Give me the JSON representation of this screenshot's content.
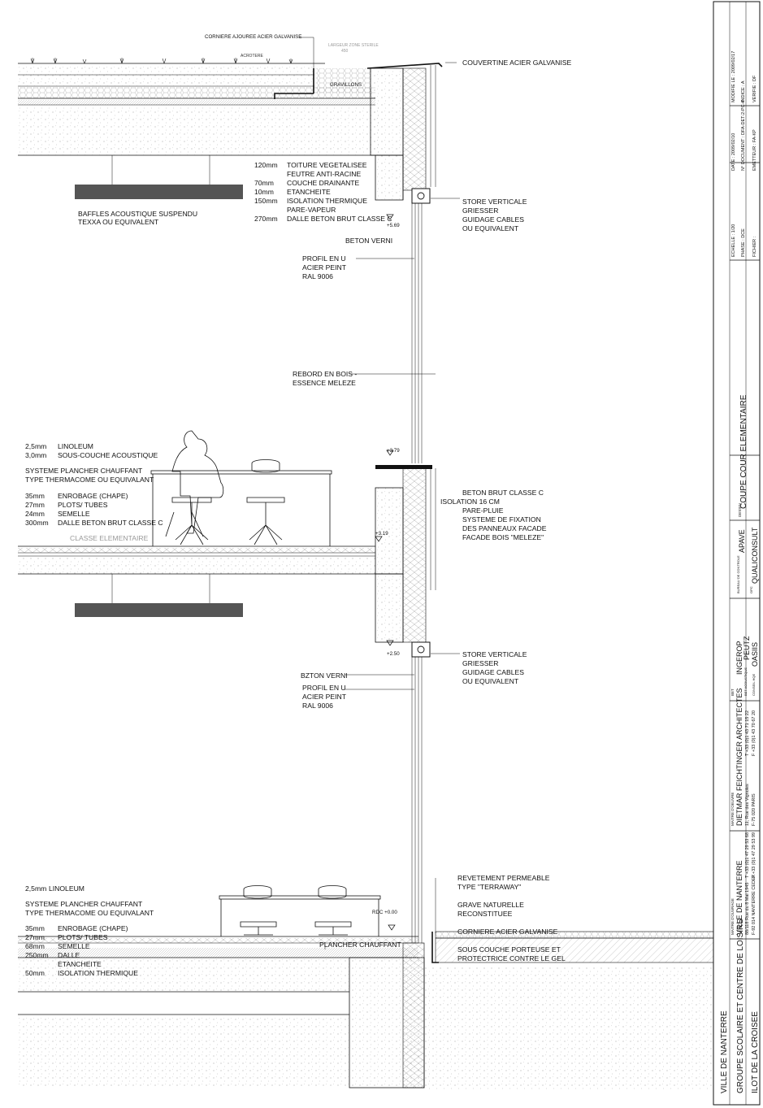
{
  "drawing": {
    "top": {
      "corniere_ajouree": "CORNIERE AJOUREE ACIER GALVANISE",
      "acrotere": "ACROTERE",
      "largeur_zone": "LARGEUR ZONE STERILE",
      "largeur_value": "450",
      "gravillons": "GRAVILLONS",
      "couvertine": "COUVERTINE ACIER GALVANISE"
    },
    "roof_layers": [
      {
        "t": "120mm",
        "d": "TOITURE VEGETALISEE"
      },
      {
        "t": "",
        "d": "FEUTRE ANTI-RACINE"
      },
      {
        "t": "70mm",
        "d": "COUCHE DRAINANTE"
      },
      {
        "t": "10mm",
        "d": "ETANCHEITE"
      },
      {
        "t": "150mm",
        "d": "ISOLATION THERMIQUE"
      },
      {
        "t": "",
        "d": "PARE-VAPEUR"
      },
      {
        "t": "270mm",
        "d": "DALLE BETON BRUT CLASSE C"
      }
    ],
    "baffles": [
      "BAFFLES ACOUSTIQUE SUSPENDU",
      "TEXXA OU EQUIVALENT"
    ],
    "store_upper": [
      "STORE VERTICALE",
      "GRIESSER",
      "GUIDAGE CABLES",
      "OU EQUIVALENT"
    ],
    "level_569": "+5.69",
    "beton_verni": "BETON VERNI",
    "profil_upper": [
      "PROFIL EN U",
      "ACIER PEINT",
      "RAL 9006"
    ],
    "rebord": [
      "REBORD EN BOIS -",
      "ESSENCE MELEZE"
    ],
    "floor1_layers_top": [
      {
        "t": "2,5mm",
        "d": "LINOLEUM"
      },
      {
        "t": "3,0mm",
        "d": "SOUS-COUCHE ACOUSTIQUE"
      }
    ],
    "floor1_system": [
      "SYSTEME PLANCHER CHAUFFANT",
      "TYPE THERMACOME OU EQUIVALANT"
    ],
    "floor1_layers_bottom": [
      {
        "t": "35mm",
        "d": "ENROBAGE (CHAPE)"
      },
      {
        "t": "27mm",
        "d": "PLOTS/ TUBES"
      },
      {
        "t": "24mm",
        "d": "SEMELLE"
      },
      {
        "t": "300mm",
        "d": "DALLE BETON BRUT CLASSE C"
      }
    ],
    "classe": "CLASSE ELEMENTAIRE",
    "level_379": "+3.79",
    "level_319": "+3.19",
    "facade": [
      "BETON BRUT CLASSE C",
      "ISOLATION  16 CM",
      "PARE-PLUIE",
      "SYSTEME DE FIXATION",
      "DES PANNEAUX FACADE",
      "FACADE BOIS \"MELEZE\""
    ],
    "store_lower": [
      "STORE VERTICALE",
      "GRIESSER",
      "GUIDAGE CABLES",
      "OU EQUIVALENT"
    ],
    "bzton_verni": "BZTON VERNI",
    "level_250": "+2.50",
    "profil_lower": [
      "PROFIL EN U",
      "ACIER PEINT",
      "RAL 9006"
    ],
    "ground_layers_top": [
      {
        "t": "2,5mm",
        "d": "LINOLEUM"
      }
    ],
    "ground_system": [
      "SYSTEME PLANCHER CHAUFFANT",
      "TYPE THERMACOME OU EQUIVALANT"
    ],
    "ground_layers_bottom": [
      {
        "t": "35mm",
        "d": "ENROBAGE (CHAPE)"
      },
      {
        "t": "27mm",
        "d": "PLOTS/ TUBES"
      },
      {
        "t": "68mm",
        "d": "SEMELLE"
      },
      {
        "t": "250mm",
        "d": "DALLE"
      },
      {
        "t": "",
        "d": "ETANCHEITE"
      },
      {
        "t": "50mm",
        "d": "ISOLATION THERMIQUE"
      }
    ],
    "rdc": "RDC +0.00",
    "plancher": "PLANCHER CHAUFFANT",
    "exterior": [
      [
        "REVETEMENT PERMEABLE",
        "TYPE \"TERRAWAY\""
      ],
      [
        "GRAVE NATURELLE",
        "RECONSTITUEE"
      ],
      [
        "CORNIERE ACIER GALVANISE"
      ],
      [
        "SOUS COUCHE PORTEUSE ET",
        "PROTECTRICE CONTRE LE GEL"
      ]
    ]
  },
  "title_block": {
    "client": "VILLE DE NANTERRE",
    "project": "GROUPE SCOLAIRE ET CENTRE DE LOISIRS",
    "site": "ILOT DE LA CROISEE",
    "maitre_ouvrage_lbl": "MAITRE D'OUVRAGE",
    "maitre_ouvrage": "VILLE DE NANTERRE",
    "mo_addr1": "88/118 Rue du 8 Mai 1945",
    "mo_addr2": "F-92 014 NANTERRE CEDEX",
    "mo_tel": "T +33 (0)1 47 29 53 68",
    "mo_fax": "F +33 (0)1 47 29 53 99",
    "maitre_oeuvre_lbl": "MAITRE D'OEUVRE",
    "architect": "DIETMAR FEICHTINGER ARCHITECTES",
    "arch_addr1": "11, Rue des Vignoles",
    "arch_addr2": "F-75 020 PARIS",
    "arch_tel": "T +33 (0)1 43 71 15 22",
    "arch_fax": "F +33 (0)1 43 70 67 20",
    "bet_lbl": "BET",
    "bet": "INGEROP",
    "bet_acoustique_lbl": "BET ACOUSTIQUE",
    "bet_acoustique": "PEUTZ",
    "conseil_hqe_lbl": "CONSEIL HQE",
    "conseil_hqe": "OASIIS",
    "bureau_controle_lbl": "BUREAU DE CONTROLE",
    "bureau_controle": "APAVE",
    "opc_lbl": "OPC",
    "opc": "QUALICONSULT",
    "dessin_lbl": "DESSIN",
    "dessin": "COUPE COUR ELEMENTAIRE",
    "echelle": "ECHELLE : 1/20",
    "phase": "PHASE : DCE",
    "fichier": "FICHIER :",
    "date": "DATE : 2009/02/10",
    "n_document": "N° DOCUMENT : DFA-DET-2-PC-4",
    "emetteur": "EMETTEUR : FA-KP",
    "modifie": "MODIFIE LE : 2009/02/17",
    "indice": "INDICE : A",
    "verifie": "VERIFIE : DF"
  }
}
